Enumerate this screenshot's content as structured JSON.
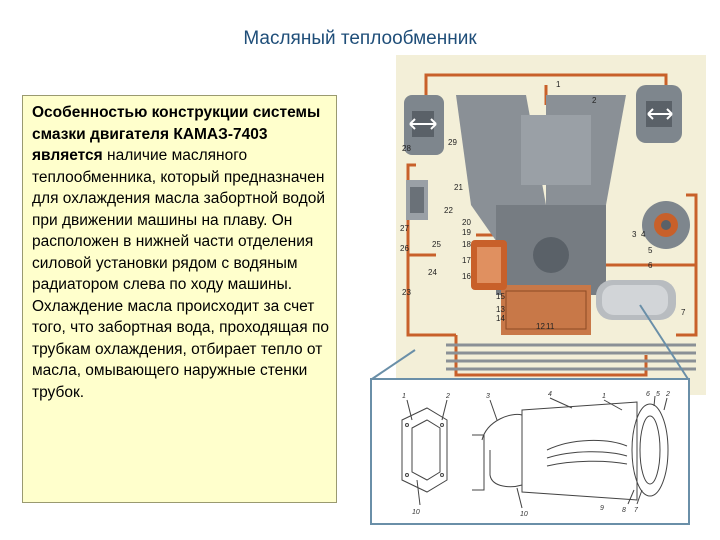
{
  "slide": {
    "title": "Масляный теплообменник",
    "text_bold": "Особенностью конструкции системы смазки двигателя КАМАЗ-7403 является",
    "text_rest": " наличие масляного теплообменника, который предназначен для охлаждения масла забортной водой при движении машины на плаву. Он расположен в нижней части отделения силовой установки рядом с водяным радиатором слева по ходу машины. Охлаждение масла происходит за счет того, что забортная вода, проходящая по трубкам охлаждения, отбирает тепло от масла, омывающего наружные стенки трубок."
  },
  "engine_labels": {
    "l1": "1",
    "l2": "2",
    "l3": "3",
    "l4": "4",
    "l5": "5",
    "l6": "6",
    "l7": "7",
    "l11": "11",
    "l12": "12",
    "l13": "13",
    "l14": "14",
    "l15": "15",
    "l16": "16",
    "l17": "17",
    "l18": "18",
    "l19": "19",
    "l20": "20",
    "l21": "21",
    "l22": "22",
    "l23": "23",
    "l24": "24",
    "l25": "25",
    "l26": "26",
    "l27": "27",
    "l28": "28",
    "l29": "29"
  },
  "detail_labels": {
    "d1a": "1",
    "d2a": "2",
    "d3": "3",
    "d4": "4",
    "d1b": "1",
    "d6": "6",
    "d5": "5",
    "d2b": "2",
    "d10a": "10",
    "d10b": "10",
    "d9": "9",
    "d8": "8",
    "d7": "7"
  },
  "colors": {
    "oil_pipe": "#c8602a",
    "engine_gray": "#8a9096",
    "oil_sump": "#c87848",
    "callout_border": "#6a8fa8",
    "textbox_bg": "#ffffcc"
  }
}
